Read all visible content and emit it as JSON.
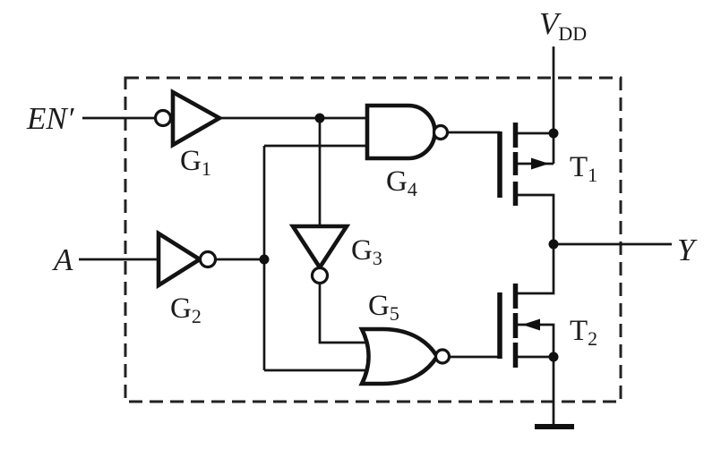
{
  "diagram": {
    "kind": "tri-state-output-stage-logic-schematic",
    "colors": {
      "background": "#ffffff",
      "line": "#141414"
    },
    "labels": {
      "enable_input": "EN′",
      "data_input": "A",
      "output": "Y",
      "vdd": {
        "base": "V",
        "sub": "DD"
      },
      "g1": {
        "base": "G",
        "sub": "1"
      },
      "g2": {
        "base": "G",
        "sub": "2"
      },
      "g3": {
        "base": "G",
        "sub": "3"
      },
      "g4": {
        "base": "G",
        "sub": "4"
      },
      "g5": {
        "base": "G",
        "sub": "5"
      },
      "t1": {
        "base": "T",
        "sub": "1"
      },
      "t2": {
        "base": "T",
        "sub": "2"
      }
    },
    "components": [
      {
        "id": "G1",
        "kind": "inverter-bubble-on-input"
      },
      {
        "id": "G2",
        "kind": "inverter"
      },
      {
        "id": "G3",
        "kind": "inverter-pointing-down"
      },
      {
        "id": "G4",
        "kind": "nand-gate"
      },
      {
        "id": "G5",
        "kind": "nor-gate"
      },
      {
        "id": "T1",
        "kind": "pmos-transistor"
      },
      {
        "id": "T2",
        "kind": "nmos-transistor"
      },
      {
        "id": "GND",
        "kind": "ground-symbol"
      },
      {
        "id": "BOX",
        "kind": "dashed-ic-boundary"
      }
    ]
  }
}
